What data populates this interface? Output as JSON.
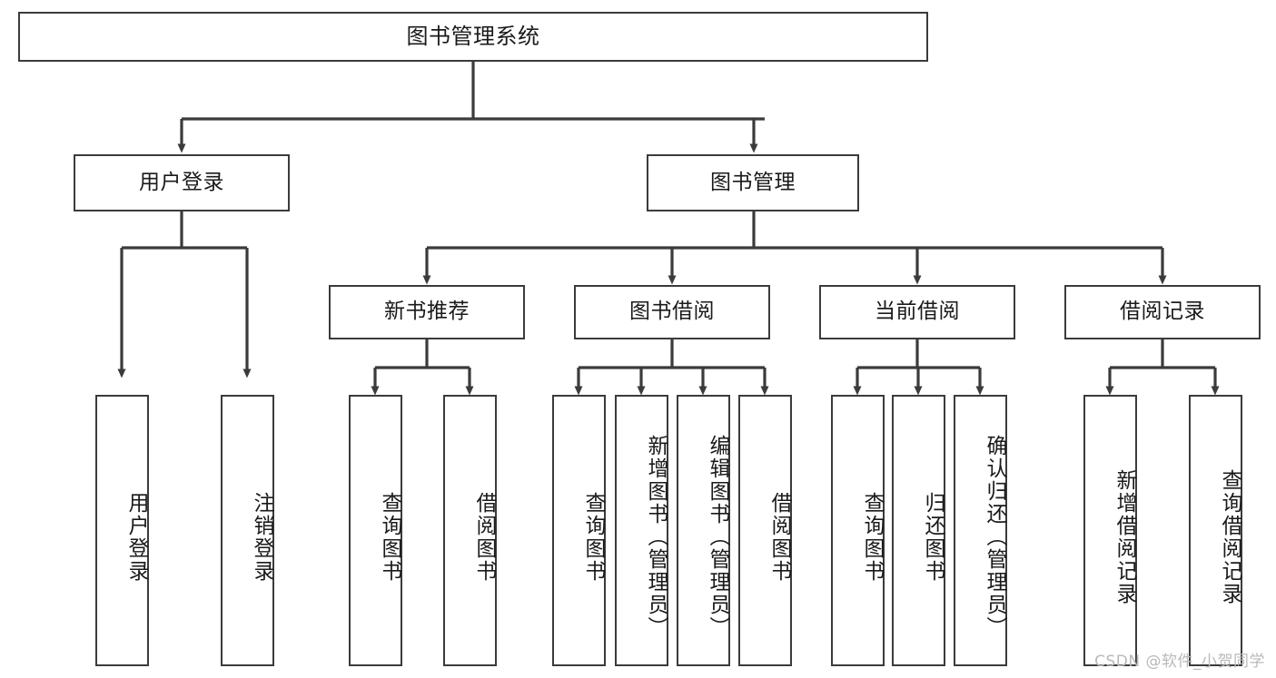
{
  "diagram": {
    "title": "图书管理系统",
    "type": "tree",
    "orientation": "top-down",
    "colors": {
      "border": "#3b3b3b",
      "fill": "#ffffff",
      "text": "#1a1a1a",
      "edge": "#3b3b3b",
      "watermark": "#b9b9b9"
    },
    "watermark": "CSDN @软件_小贺同学",
    "root": {
      "label": "图书管理系统"
    },
    "level2": [
      {
        "label": "用户登录"
      },
      {
        "label": "图书管理"
      }
    ],
    "level3": [
      {
        "label": "新书推荐"
      },
      {
        "label": "图书借阅"
      },
      {
        "label": "当前借阅"
      },
      {
        "label": "借阅记录"
      }
    ],
    "leaves": {
      "user_login": [
        {
          "label": "用户登录"
        },
        {
          "label": "注销登录"
        }
      ],
      "new_book_recommend": [
        {
          "label": "查询图书"
        },
        {
          "label": "借阅图书"
        }
      ],
      "book_borrow": [
        {
          "label": "查询图书"
        },
        {
          "label": "新增图书（管理员）"
        },
        {
          "label": "编辑图书（管理员）"
        },
        {
          "label": "借阅图书"
        }
      ],
      "current_borrow": [
        {
          "label": "查询图书"
        },
        {
          "label": "归还图书"
        },
        {
          "label": "确认归还（管理员）"
        }
      ],
      "borrow_record": [
        {
          "label": "新增借阅记录"
        },
        {
          "label": "查询借阅记录"
        }
      ]
    }
  }
}
